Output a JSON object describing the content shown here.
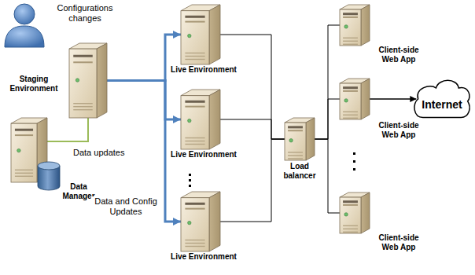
{
  "diagram": {
    "nodes": [
      {
        "text": [
          "Staging Environment"
        ]
      },
      {
        "text": [
          "Data Manager"
        ]
      },
      {
        "text": [
          "Live Environment"
        ]
      },
      {
        "text": [
          "Live Environment"
        ]
      },
      {
        "text": [
          "Live Environment"
        ]
      },
      {
        "text": [
          "Load balancer"
        ]
      },
      {
        "text": [
          "Client-side Web App"
        ]
      },
      {
        "text": [
          "Client-side Web App"
        ]
      },
      {
        "text": [
          "Client-side Web App"
        ]
      },
      {
        "text": [
          "Internet"
        ]
      }
    ],
    "edges": [
      {
        "from": 1,
        "to": 0,
        "label": "Data updates",
        "arrow": "none"
      },
      {
        "from": 0,
        "to": 2,
        "arrow": "to"
      },
      {
        "from": 0,
        "to": 3,
        "arrow": "to"
      },
      {
        "from": 0,
        "to": 4,
        "arrow": "to"
      },
      {
        "from": 2,
        "to": 5,
        "arrow": "none"
      },
      {
        "from": 3,
        "to": 5,
        "arrow": "none"
      },
      {
        "from": 4,
        "to": 5,
        "arrow": "none"
      },
      {
        "from": 5,
        "to": 6,
        "arrow": "none"
      },
      {
        "from": 5,
        "to": 7,
        "arrow": "none"
      },
      {
        "from": 5,
        "to": 8,
        "arrow": "none"
      },
      {
        "from": 7,
        "to": 9,
        "arrow": "to"
      }
    ],
    "labels": [
      "Configurations changes",
      "Data and Config Updates"
    ]
  }
}
